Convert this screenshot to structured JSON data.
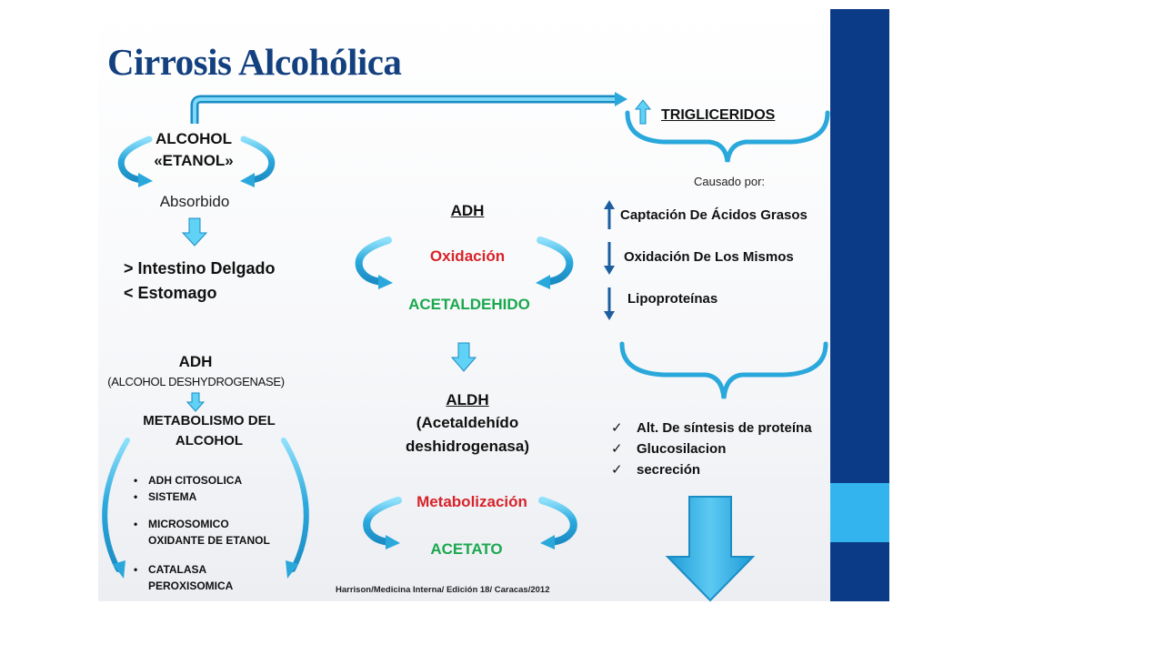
{
  "title": "Cirrosis Alcohólica",
  "left": {
    "alcohol": "ALCOHOL",
    "etanol": "«ETANOL»",
    "absorbido": "Absorbido",
    "intestino": "> Intestino Delgado",
    "estomago": "< Estomago",
    "adh": "ADH",
    "adh_full": "(ALCOHOL DESHYDROGENASE)",
    "metabolismo_1": "METABOLISMO DEL",
    "metabolismo_2": "ALCOHOL",
    "bullets": [
      {
        "lines": [
          "ADH CITOSOLICA"
        ]
      },
      {
        "lines": [
          "SISTEMA"
        ]
      },
      {
        "lines": [
          "MICROSOMICO",
          "OXIDANTE DE ETANOL"
        ]
      },
      {
        "lines": [
          "CATALASA",
          "PEROXISOMICA"
        ]
      }
    ]
  },
  "middle": {
    "adh": "ADH",
    "oxidacion": "Oxidación",
    "acetaldehido": "ACETALDEHIDO",
    "aldh": "ALDH",
    "aldh_full_1": "(Acetaldehído",
    "aldh_full_2": "deshidrogenasa)",
    "metabolizacion": "Metabolización",
    "acetato": "ACETATO"
  },
  "right": {
    "trigliceridos": "TRIGLICERIDOS",
    "causado": "Causado por:",
    "causes": [
      {
        "text": "Captación De Ácidos Grasos",
        "direction": "up"
      },
      {
        "text": "Oxidación  De Los Mismos",
        "direction": "down"
      },
      {
        "text": "Lipoproteínas",
        "direction": "down"
      }
    ],
    "checks": [
      "Alt. De síntesis de proteína",
      "Glucosilacion",
      "secreción"
    ],
    "check_mark": "✓"
  },
  "citation": "Harrison/Medicina Interna/ Edición 18/ Caracas/2012",
  "colors": {
    "title": "#13407f",
    "arrow": "#2aa8dc",
    "arrow_light": "#6fd3f5",
    "stripe_dark": "#0b3b86",
    "stripe_light": "#33b4ee",
    "red_text": "#d8232a",
    "green_text": "#1aa84f"
  }
}
